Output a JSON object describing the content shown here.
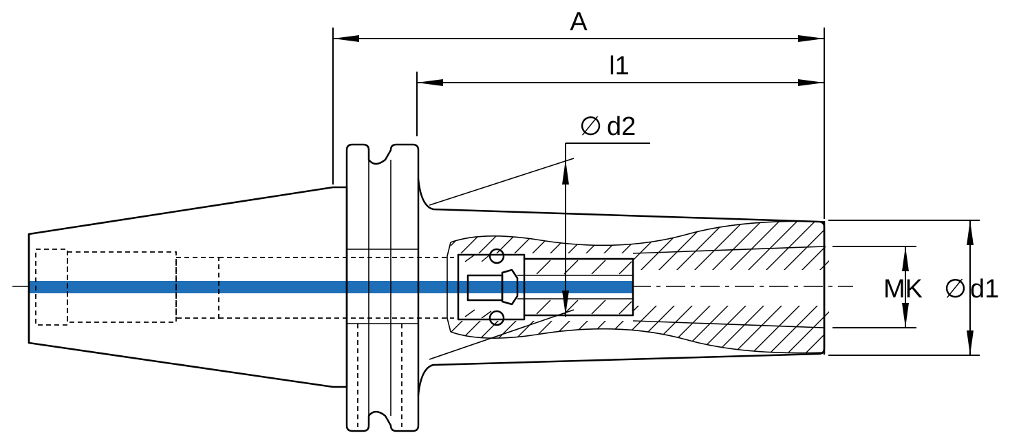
{
  "labels": {
    "a": "A",
    "l1": "l1",
    "d2": "d2",
    "d1": "d1",
    "mk": "MK",
    "diameter_symbol": "∅"
  },
  "colors": {
    "coolant_channel": "#1f6fb8",
    "line": "#000000",
    "background": "#ffffff"
  }
}
